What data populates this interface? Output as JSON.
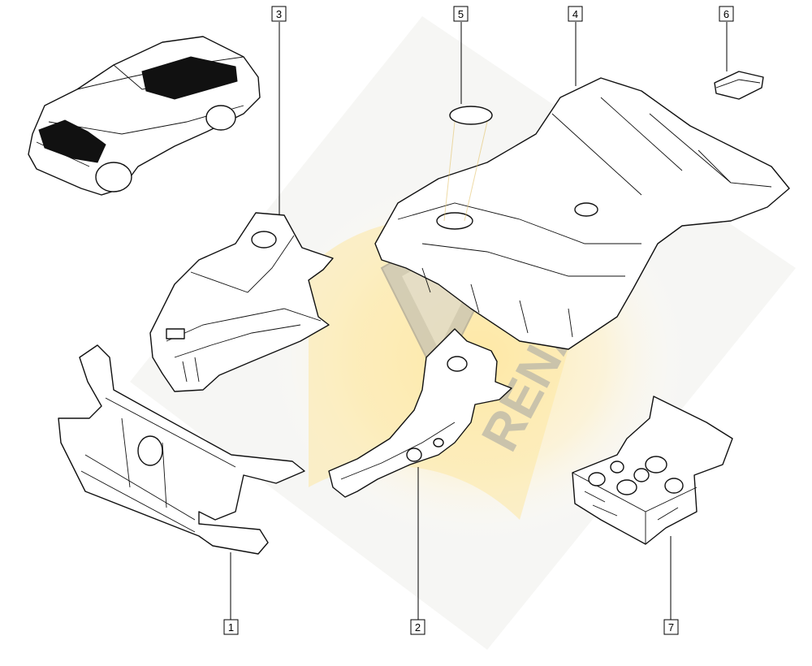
{
  "watermark": {
    "text": "RENAULT",
    "color": "#b9b6a8",
    "glow": "#ffe9a6"
  },
  "callouts": [
    {
      "label": "1",
      "part": "front-end-panel"
    },
    {
      "label": "2",
      "part": "front-side-member"
    },
    {
      "label": "3",
      "part": "wheel-arch-assembly"
    },
    {
      "label": "4",
      "part": "floor-pan"
    },
    {
      "label": "5",
      "part": "plug"
    },
    {
      "label": "6",
      "part": "grommet"
    },
    {
      "label": "7",
      "part": "fastener-kit"
    }
  ]
}
